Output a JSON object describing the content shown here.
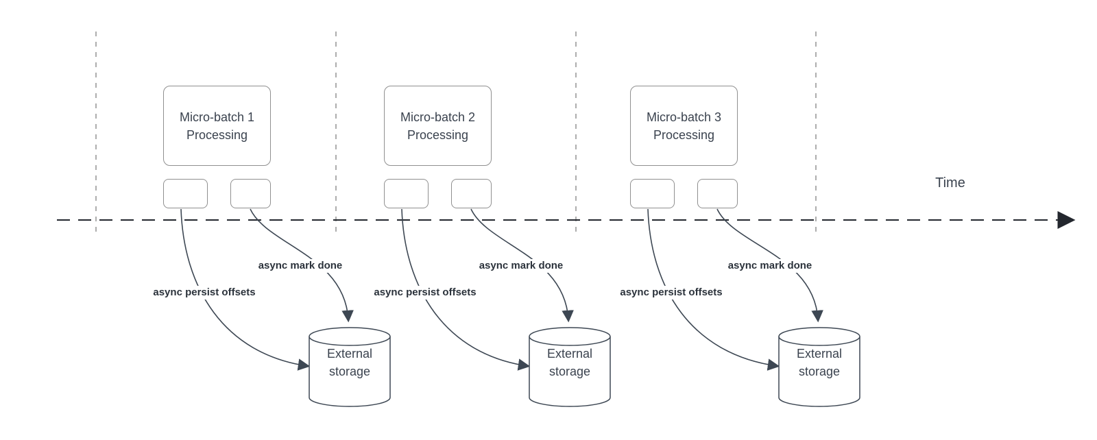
{
  "diagram": {
    "time_axis": {
      "label": "Time"
    },
    "groups": [
      {
        "box_lines": [
          "Micro-batch 1",
          "Processing"
        ],
        "persist_label": "async persist offsets",
        "done_label": "async mark done",
        "storage_lines": [
          "External",
          "storage"
        ]
      },
      {
        "box_lines": [
          "Micro-batch 2",
          "Processing"
        ],
        "persist_label": "async persist offsets",
        "done_label": "async mark done",
        "storage_lines": [
          "External",
          "storage"
        ]
      },
      {
        "box_lines": [
          "Micro-batch 3",
          "Processing"
        ],
        "persist_label": "async persist offsets",
        "done_label": "async mark done",
        "storage_lines": [
          "External",
          "storage"
        ]
      }
    ],
    "colors": {
      "stroke": "#3D4753",
      "timeline": "#23272E",
      "lane": "#ADADAD",
      "boxborder": "#8F8F8F",
      "text": "#3A424E",
      "labeltext": "#2B323B",
      "bg": "#FFFFFF"
    }
  }
}
